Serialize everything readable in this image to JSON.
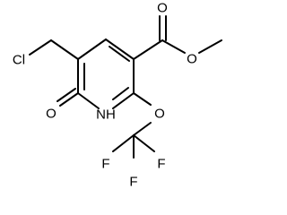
{
  "molecule": {
    "atoms": {
      "cl": "Cl",
      "o_carbonyl_ring": "O",
      "nh": "NH",
      "o_ester_carbonyl": "O",
      "o_ester": "O",
      "o_ether": "O",
      "f_left": "F",
      "f_middle": "F",
      "f_right": "F"
    }
  }
}
